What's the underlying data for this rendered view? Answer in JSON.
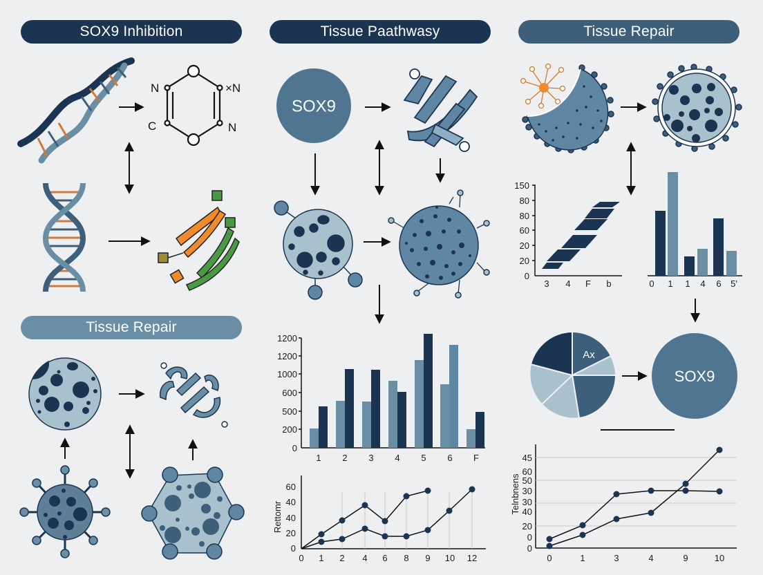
{
  "panels": {
    "top_left": {
      "title": "SOX9 Inhibition",
      "molecule_labels": [
        "N",
        "×N",
        "C",
        "N"
      ]
    },
    "top_middle": {
      "title": "Tissue Paathwasy",
      "node_label": "SOX9"
    },
    "top_right": {
      "title": "Tissue Repair"
    },
    "bottom_left": {
      "title": "Tissue Repair"
    },
    "right_middle": {
      "pie_label": "Ax",
      "node_label": "SOX9"
    }
  },
  "colors": {
    "background": "#eeeff0",
    "navy": "#1b3452",
    "slate": "#3d5f7a",
    "steel": "#6a8fa4",
    "light_steel": "#a9c0cd",
    "orange": "#f08a2c",
    "green": "#4a9a44"
  },
  "chart_data": [
    {
      "id": "parallelogram_chart",
      "type": "bar",
      "title": "",
      "xlabel": "",
      "ylabel": "",
      "y_ticks": [
        "0",
        "20",
        "20",
        "60",
        "80",
        "80",
        "150"
      ],
      "categories": [
        "3",
        "4",
        "F",
        "b"
      ],
      "note": "stepped diagonal bands rising left to right",
      "series": [
        {
          "name": "bands",
          "values": [
            10,
            20,
            40,
            58,
            75,
            90,
            108
          ]
        }
      ]
    },
    {
      "id": "right_bar_chart",
      "type": "bar",
      "categories": [
        "0",
        "1",
        "1",
        "4",
        "6",
        "5'"
      ],
      "series": [
        {
          "name": "bars",
          "values": [
            85,
            135,
            25,
            35,
            75,
            32
          ]
        }
      ],
      "y_ticks": [],
      "xlabel": "",
      "ylabel": ""
    },
    {
      "id": "grouped_bar_chart",
      "type": "bar",
      "title": "",
      "xlabel": "",
      "ylabel": "",
      "y_ticks": [
        "0",
        "200",
        "500",
        "600",
        "1000",
        "1200",
        "1200"
      ],
      "categories": [
        "1",
        "2",
        "3",
        "4",
        "5",
        "6",
        "F"
      ],
      "series": [
        {
          "name": "light",
          "values": [
            200,
            560,
            530,
            870,
            1100,
            720,
            200
          ]
        },
        {
          "name": "dark",
          "values": [
            520,
            1040,
            1030,
            630,
            1450,
            1310,
            470
          ]
        }
      ]
    },
    {
      "id": "line_chart_left",
      "type": "line",
      "ylabel": "Rettomr",
      "y_ticks": [
        "0",
        "20",
        "40",
        "40",
        "60"
      ],
      "x": [
        "0",
        "1",
        "2",
        "4",
        "6",
        "8",
        "9",
        "10",
        "12"
      ],
      "series": [
        {
          "name": "upper",
          "values": [
            0,
            18,
            36,
            56,
            36,
            48,
            55,
            null,
            null
          ]
        },
        {
          "name": "lower",
          "values": [
            0,
            8,
            12,
            25,
            16,
            16,
            24,
            48,
            57
          ]
        }
      ]
    },
    {
      "id": "pie_chart",
      "type": "pie",
      "labels": [
        "Ax",
        "",
        "",
        "",
        "",
        ""
      ],
      "values": [
        20,
        8,
        22,
        16,
        17,
        17
      ]
    },
    {
      "id": "line_chart_right",
      "type": "line",
      "ylabel": "Telnbnens",
      "y_ticks": [
        "0",
        "0",
        "20",
        "40",
        "30",
        "30",
        "50",
        "60",
        "45"
      ],
      "x": [
        "0",
        "1",
        "3",
        "4",
        "9",
        "10"
      ],
      "series": [
        {
          "name": "series_a",
          "values": [
            6,
            16,
            38,
            41,
            41,
            40
          ]
        },
        {
          "name": "series_b",
          "values": [
            1,
            9,
            19,
            25,
            42,
            68
          ]
        }
      ]
    }
  ]
}
